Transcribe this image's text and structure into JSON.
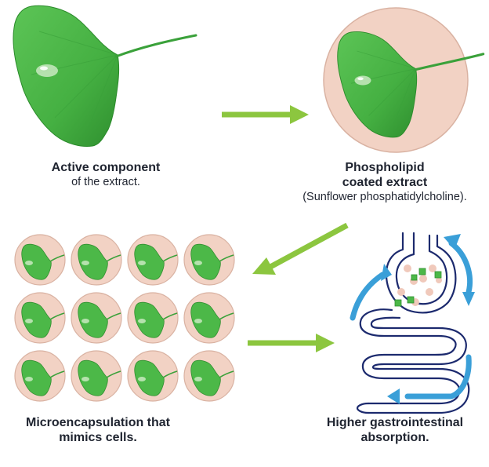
{
  "captions": {
    "active": {
      "line1": "Active component",
      "line2": "of the extract."
    },
    "phospholipid": {
      "line1": "Phospholipid",
      "line2": "coated extract",
      "line3": "(Sunflower phosphatidylcholine)."
    },
    "microencapsulation": {
      "line1": "Microencapsulation that",
      "line2": "mimics cells."
    },
    "absorption": {
      "line1": "Higher gastrointestinal",
      "line2": "absorption."
    }
  },
  "colors": {
    "leaf_green": "#4cb848",
    "leaf_dark": "#2f8f2f",
    "arrow_green": "#8cc63f",
    "capsule_pink": "#f2d2c4",
    "capsule_edge": "#d9b2a2",
    "gut_navy": "#1c2a6e",
    "flow_blue": "#3a9fd8"
  },
  "icons": [
    "ginkgo-leaf-icon",
    "capsule-icon",
    "arrow-right-icon",
    "arrow-down-left-icon",
    "digestive-tract-icon",
    "circulation-arrow-icon"
  ]
}
